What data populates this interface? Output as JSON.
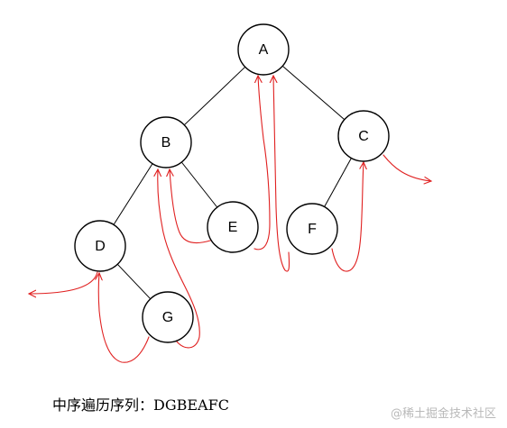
{
  "diagram": {
    "nodes": [
      {
        "id": "A",
        "label": "A"
      },
      {
        "id": "B",
        "label": "B"
      },
      {
        "id": "C",
        "label": "C"
      },
      {
        "id": "D",
        "label": "D"
      },
      {
        "id": "E",
        "label": "E"
      },
      {
        "id": "F",
        "label": "F"
      },
      {
        "id": "G",
        "label": "G"
      }
    ],
    "edges": [
      {
        "from": "A",
        "to": "B"
      },
      {
        "from": "A",
        "to": "C"
      },
      {
        "from": "B",
        "to": "D"
      },
      {
        "from": "B",
        "to": "E"
      },
      {
        "from": "C",
        "to": "F"
      },
      {
        "from": "D",
        "to": "G"
      }
    ],
    "trace_color": "#e02020"
  },
  "caption": {
    "text": "中序遍历序列：DGBEAFC"
  },
  "watermark": {
    "text": "@稀土掘金技术社区"
  }
}
